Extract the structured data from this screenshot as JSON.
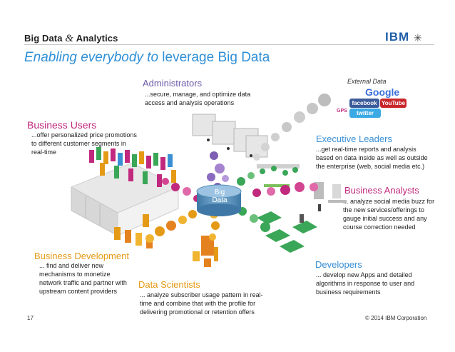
{
  "header": {
    "brand": "Big Data",
    "brand_amp": "&",
    "brand_tail": "Analytics",
    "logo": "IBM",
    "title_italic": "Enabling everybody to",
    "title_rest": " leverage Big Data"
  },
  "center": {
    "line1": "Big",
    "line2": "Data"
  },
  "external": {
    "label": "External Data",
    "logos": [
      "Google",
      "facebook",
      "YouTube",
      "GPS",
      "twitter"
    ]
  },
  "roles": [
    {
      "id": "administrators",
      "title": "Administrators",
      "desc": "...secure, manage, and optimize data access and analysis operations",
      "color": "#6e5aa8"
    },
    {
      "id": "business-users",
      "title": "Business Users",
      "desc": "...offer personalized price promotions to different customer segments in real-time",
      "color": "#c0297d"
    },
    {
      "id": "executive-leaders",
      "title": "Executive Leaders",
      "desc": "...get real-time reports and analysis based on data inside as well as outside the enterprise (web, social media etc.)",
      "color": "#3a8fd4"
    },
    {
      "id": "business-analysts",
      "title": "Business Analysts",
      "desc": "... analyze social media buzz for the new services/offerings to gauge initial success and any course correction needed",
      "color": "#c0297d"
    },
    {
      "id": "business-development",
      "title": "Business Development",
      "desc": "... find and deliver new mechanisms to monetize network traffic and partner with upstream content providers",
      "color": "#e59a16"
    },
    {
      "id": "data-scientists",
      "title": "Data Scientists",
      "desc": "... analyze subscriber usage pattern in real-time and combine that with the profile for delivering promotional or retention offers",
      "color": "#e59a16"
    },
    {
      "id": "developers",
      "title": "Developers",
      "desc": "... develop new Apps and detailed algorithms in response to user and business requirements",
      "color": "#3a8fd4"
    }
  ],
  "footer": {
    "page": "17",
    "copyright": "© 2014 IBM Corporation"
  },
  "colors": {
    "accent": "#2f8fd6",
    "ibm_blue": "#1f5fa8",
    "magenta": "#c0297d",
    "orange": "#e59a16",
    "green": "#3aa657",
    "purple": "#6e5aa8",
    "cylinder": "#5a90b8"
  }
}
